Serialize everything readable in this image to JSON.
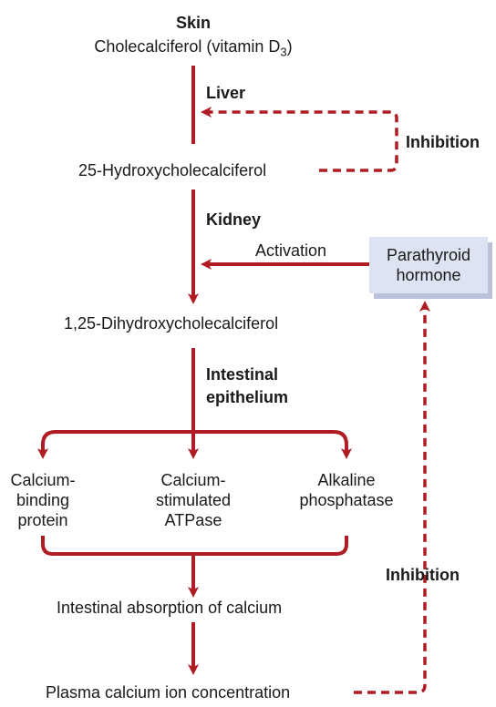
{
  "nodes": {
    "skin": "Skin",
    "cholecalciferol": "Cholecalciferol (vitamin D",
    "cholecalciferol_sub": "3",
    "cholecalciferol_close": ")",
    "hydroxy": "25-Hydroxycholecalciferol",
    "dihydroxy": "1,25-Dihydroxycholecalciferol",
    "binding_1": "Calcium-",
    "binding_2": "binding",
    "binding_3": "protein",
    "atpase_1": "Calcium-",
    "atpase_2": "stimulated",
    "atpase_3": "ATPase",
    "alkaline_1": "Alkaline",
    "alkaline_2": "phosphatase",
    "absorption": "Intestinal absorption of calcium",
    "plasma": "Plasma calcium ion concentration",
    "pth_1": "Parathyroid",
    "pth_2": "hormone"
  },
  "edges": {
    "liver": "Liver",
    "kidney": "Kidney",
    "intestinal_1": "Intestinal",
    "intestinal_2": "epithelium",
    "activation": "Activation",
    "inhibition_top": "Inhibition",
    "inhibition_bottom": "Inhibition"
  },
  "colors": {
    "arrow": "#b01c24",
    "box_fill": "#dde3f3",
    "box_shadow": "#b9c2da"
  }
}
